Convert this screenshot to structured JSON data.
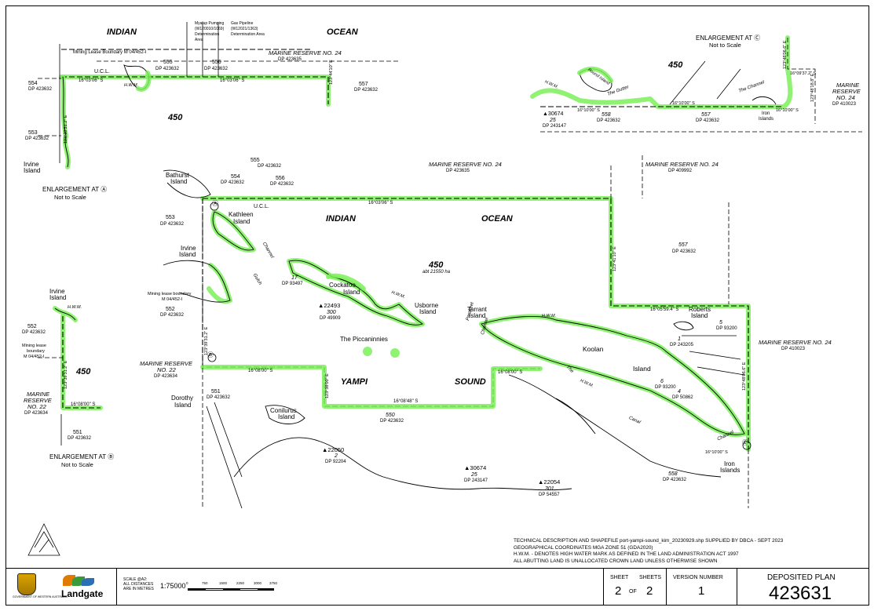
{
  "map": {
    "main": {
      "indian": "INDIAN",
      "ocean": "OCEAN",
      "yampi": "YAMPI",
      "sound": "SOUND",
      "area_label": "450",
      "area_sub": "abt 21550 ha",
      "marine24_top": "MARINE RESERVE NO. 24",
      "marine24_top_dp": "DP 423635",
      "marine24_mid": "MARINE RESERVE NO. 24",
      "marine24_mid_dp": "DP 409992",
      "marine24_right": "MARINE RESERVE NO. 24",
      "marine24_right_dp": "DP 410023",
      "marine22": "MARINE RESERVE",
      "marine22_no": "NO. 22",
      "marine22_dp": "DP 423634",
      "lot_555": "555",
      "lot_555_dp": "DP 423632",
      "lot_556": "556",
      "lot_556_dp": "DP 423632",
      "lot_554": "554",
      "lot_554_dp": "DP 423632",
      "lot_553": "553",
      "lot_553_dp": "DP 423632",
      "lot_552": "552",
      "lot_552_dp": "DP 423632",
      "lot_551": "551",
      "lot_551_dp": "DP 423632",
      "lot_550": "550",
      "lot_550_dp": "DP 423632",
      "lot_557": "557",
      "lot_557_dp": "DP 423632",
      "lot_558": "558",
      "lot_558_dp": "DP 423632",
      "lot_17": "17",
      "lot_17_dp": "DP 93497",
      "lot_300": "▲22493",
      "lot_300_n": "300",
      "lot_300_dp": "DP 49909",
      "lot_2": "▲22050",
      "lot_2_n": "2",
      "lot_2_dp": "DP 92204",
      "lot_25": "▲30674",
      "lot_25_n": "25",
      "lot_25_dp": "DP 243147",
      "lot_301": "▲22054",
      "lot_301_n": "301",
      "lot_301_dp": "DP 54557",
      "lot_1": "1",
      "lot_1_dp": "DP 243205",
      "lot_5": "5",
      "lot_5_dp": "DP 93200",
      "lot_6": "6",
      "lot_6_dp": "DP 93200",
      "lot_4": "4",
      "lot_4_dp": "DP 50862",
      "ucl": "U.C.L.",
      "bathurst": "Bathurst",
      "bathurst2": "Island",
      "kathleen": "Kathleen",
      "kathleen2": "Island",
      "irvine": "Irvine",
      "irvine2": "Island",
      "cockatoo": "Cockatoo",
      "cockatoo2": "Island",
      "usborne": "Usborne",
      "usborne2": "Island",
      "piccaninnies": "The Piccaninnies",
      "tarrant": "Tarrant",
      "tarrant2": "Island",
      "koolan": "Koolan",
      "koolan2": "Island",
      "roberts": "Roberts",
      "roberts2": "Island",
      "dorothy": "Dorothy",
      "dorothy2": "Island",
      "conilurus": "Conilurus",
      "conilurus2": "Island",
      "iron": "Iron",
      "iron2": "Islands",
      "bearing_top": "16°03'06\" S",
      "bearing_bottom_left": "16°08'00\" S",
      "bearing_bottom_mid": "16°08'48\" S",
      "bearing_bottom_right": "16°08'00\" S",
      "bearing_right_top": "16°05'59.4\" S",
      "bearing_left": "123°39'31.2\" E",
      "bearing_v1": "123°41'10\" E",
      "bearing_v2": "123°38'00\" E",
      "bearing_v3": "123°48'06.6\" E",
      "bearing_right_bottom": "16°10'00\" S",
      "mining_lease": "Mining lease boundary",
      "mining_lease_no": "M 04/452-I",
      "hwm": "H.W.M.",
      "parakeet": "Parakeet",
      "channel": "Channel",
      "gulch": "Gulch",
      "canal": "Canal",
      "the": "The",
      "marker_a": "Ⓐ",
      "marker_b": "Ⓑ",
      "marker_c": "Ⓒ"
    },
    "enlarge_a": {
      "indian": "INDIAN",
      "ocean": "OCEAN",
      "area": "450",
      "marine": "MARINE RESERVE NO. 24",
      "marine_dp": "DP 423635",
      "mining": "Mining Lease Boundary M 04/452-I",
      "lot_555": "555",
      "lot_555_dp": "DP 423632",
      "lot_556": "556",
      "lot_556_dp": "DP 423632",
      "lot_554": "554",
      "lot_554_dp": "DP 423632",
      "lot_553": "553",
      "lot_553_dp": "DP 423632",
      "lot_557": "557",
      "lot_557_dp": "DP 423632",
      "ucl": "U.C.L.",
      "hwm": "H.W.M.",
      "b1": "16°03'06\" S",
      "b2": "16°03'06\" S",
      "b3": "123°44'10\" E",
      "b4": "123°39'31.2\" E",
      "irvine": "Irvine",
      "irvine2": "Island",
      "caption": "ENLARGEMENT AT Ⓐ",
      "scale": "Not to Scale",
      "pumping1": "Myalup Pumping",
      "pumping2": "(W120010/1069)",
      "pumping3": "Determination",
      "pumping4": "Area",
      "gas1": "Gas Pipeline",
      "gas2": "(W12021/1363)",
      "gas3": "Determination Area"
    },
    "enlarge_b": {
      "irvine": "Irvine",
      "irvine2": "Island",
      "hwm": "H.W.M.",
      "lot_552": "552",
      "lot_552_dp": "DP 423632",
      "mining1": "Mining lease",
      "mining2": "boundary",
      "mining3": "M 04/452-I",
      "area": "450",
      "b1": "123°39'31.2\" E",
      "b2": "16°08'00\" S",
      "marine": "MARINE",
      "marine2": "RESERVE",
      "marine3": "NO. 22",
      "marine_dp": "DP 423634",
      "lot_551": "551",
      "lot_551_dp": "DP 423632",
      "caption": "ENLARGEMENT AT Ⓑ",
      "scale": "Not to Scale"
    },
    "enlarge_c": {
      "caption": "ENLARGEMENT AT Ⓒ",
      "scale": "Not to Scale",
      "area": "450",
      "round": "Round Island",
      "gutter": "The Gutter",
      "channel": "The Channel",
      "hwm": "H.W.M.",
      "lot_25": "▲30674",
      "lot_25_n": "25",
      "lot_25_dp": "DP 243147",
      "lot_558": "558",
      "lot_558_dp": "DP 423632",
      "lot_557": "557",
      "lot_557_dp": "DP 423632",
      "iron": "Iron",
      "iron2": "Islands",
      "marine": "MARINE",
      "marine2": "RESERVE",
      "marine3": "NO. 24",
      "marine_dp": "DP 410023",
      "b1": "16°10'00\" S",
      "b2": "16°10'00\" S",
      "b3": "16°10'00\" S",
      "b4": "16°09'37.2\" S",
      "b5": "123°48'06.6\" E",
      "b6": "123°48'18.8\" E"
    }
  },
  "notes": {
    "line1": "TECHNICAL DESCRIPTION AND SHAPEFILE port-yampi-sound_kim_20230929.shp SUPPLIED BY DBCA - SEPT 2023",
    "line2": "GEOGRAPHICAL COORDINATES MGA ZONE 51 (GDA2020)",
    "line3": "H.W.M. - DENOTES HIGH WATER MARK AS DEFINED IN THE LAND ADMINISTRATION ACT 1997",
    "line4": "ALL ABUTTING LAND IS UNALLOCATED CROWN LAND UNLESS OTHERWISE SHOWN"
  },
  "title_block": {
    "gov": "GOVERNMENT OF WESTERN AUSTRALIA",
    "landgate": "Landgate",
    "scale_note1": "SCALE  @A2:",
    "scale_note2": "ALL DISTANCES",
    "scale_note3": "ARE IN METRES",
    "scale_ratio": "1:75000",
    "scale_ticks": [
      "0",
      "750",
      "1500",
      "2250",
      "3000",
      "3750"
    ],
    "sheet_label": "SHEET",
    "sheets_label": "SHEETS",
    "sheet": "2",
    "of": "OF",
    "sheets": "2",
    "version_label": "VERSION NUMBER",
    "version": "1",
    "plan_label": "DEPOSITED PLAN",
    "plan_number": "423631"
  },
  "colors": {
    "hwm_glow": "#7CF05A",
    "line": "#000000"
  }
}
